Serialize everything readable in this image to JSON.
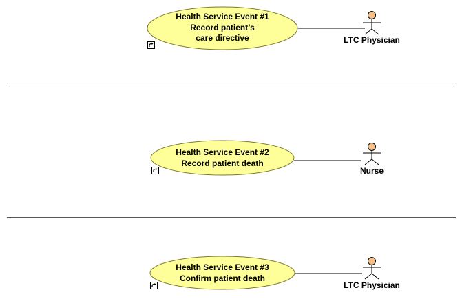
{
  "colors": {
    "usecase_fill": "#ffff99",
    "usecase_stroke": "#7a7a2a",
    "actor_head": "#f7c08a",
    "line": "#000000",
    "separator": "#555555"
  },
  "rows": [
    {
      "usecase": {
        "lines": [
          "Health Service Event #1",
          "Record patient’s",
          "care directive"
        ]
      },
      "actor": {
        "label": "LTC Physician",
        "icon": "stick-figure-actor-icon"
      },
      "link_icon": "shortcut-arrow-icon"
    },
    {
      "usecase": {
        "lines": [
          "Health Service Event #2",
          "Record patient death"
        ]
      },
      "actor": {
        "label": "Nurse",
        "icon": "stick-figure-actor-icon"
      },
      "link_icon": "shortcut-arrow-icon"
    },
    {
      "usecase": {
        "lines": [
          "Health Service Event #3",
          "Confirm patient death"
        ]
      },
      "actor": {
        "label": "LTC Physician",
        "icon": "stick-figure-actor-icon"
      },
      "link_icon": "shortcut-arrow-icon"
    }
  ]
}
